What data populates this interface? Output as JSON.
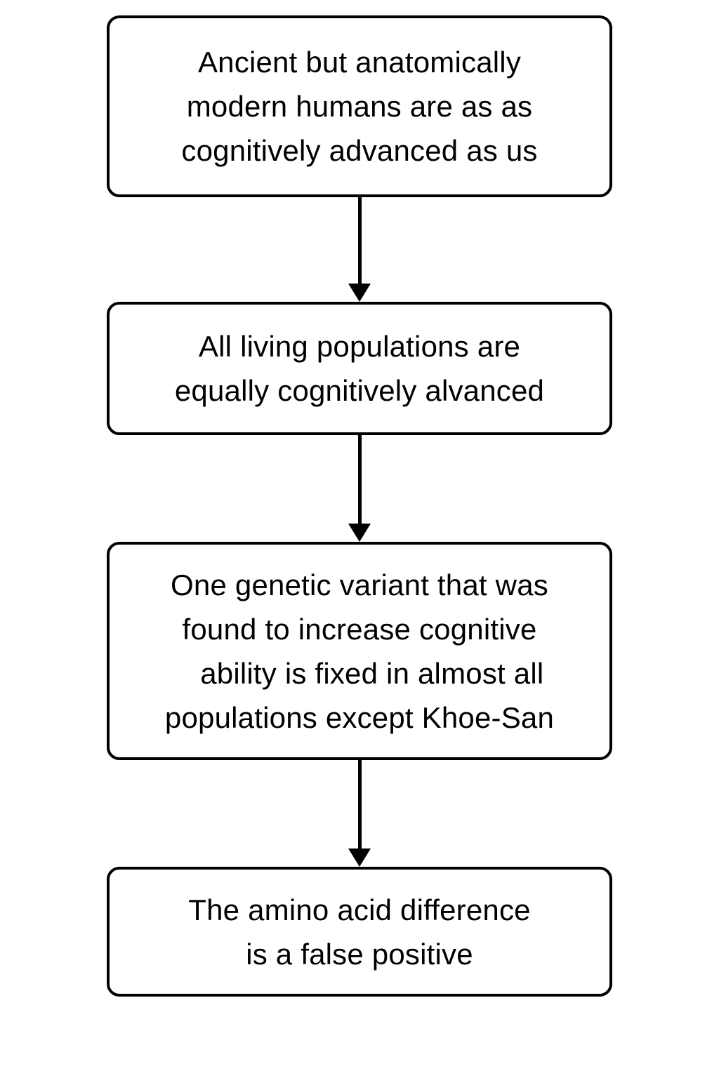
{
  "diagram": {
    "type": "flowchart",
    "orientation": "vertical",
    "background_color": "#ffffff",
    "node_border_color": "#000000",
    "node_fill_color": "#ffffff",
    "arrow_color": "#000000",
    "text_color": "#000000",
    "nodes": [
      {
        "id": "ancient-humans",
        "lines": [
          "Ancient but anatomically",
          "modern humans are as as",
          "cognitively advanced as us"
        ]
      },
      {
        "id": "living-populations",
        "lines": [
          "All living populations are",
          "equally cognitively alvanced"
        ]
      },
      {
        "id": "genetic-variant",
        "lines": [
          "One genetic variant that was",
          "found to increase cognitive",
          "   ability is fixed in almost all",
          "populations except Khoe-San"
        ]
      },
      {
        "id": "false-positive",
        "lines": [
          "The amino acid difference",
          "is a false positive"
        ]
      }
    ],
    "connectors": [
      {
        "from": "ancient-humans",
        "to": "living-populations",
        "direction": "down"
      },
      {
        "from": "living-populations",
        "to": "genetic-variant",
        "direction": "down"
      },
      {
        "from": "genetic-variant",
        "to": "false-positive",
        "direction": "down"
      }
    ]
  }
}
